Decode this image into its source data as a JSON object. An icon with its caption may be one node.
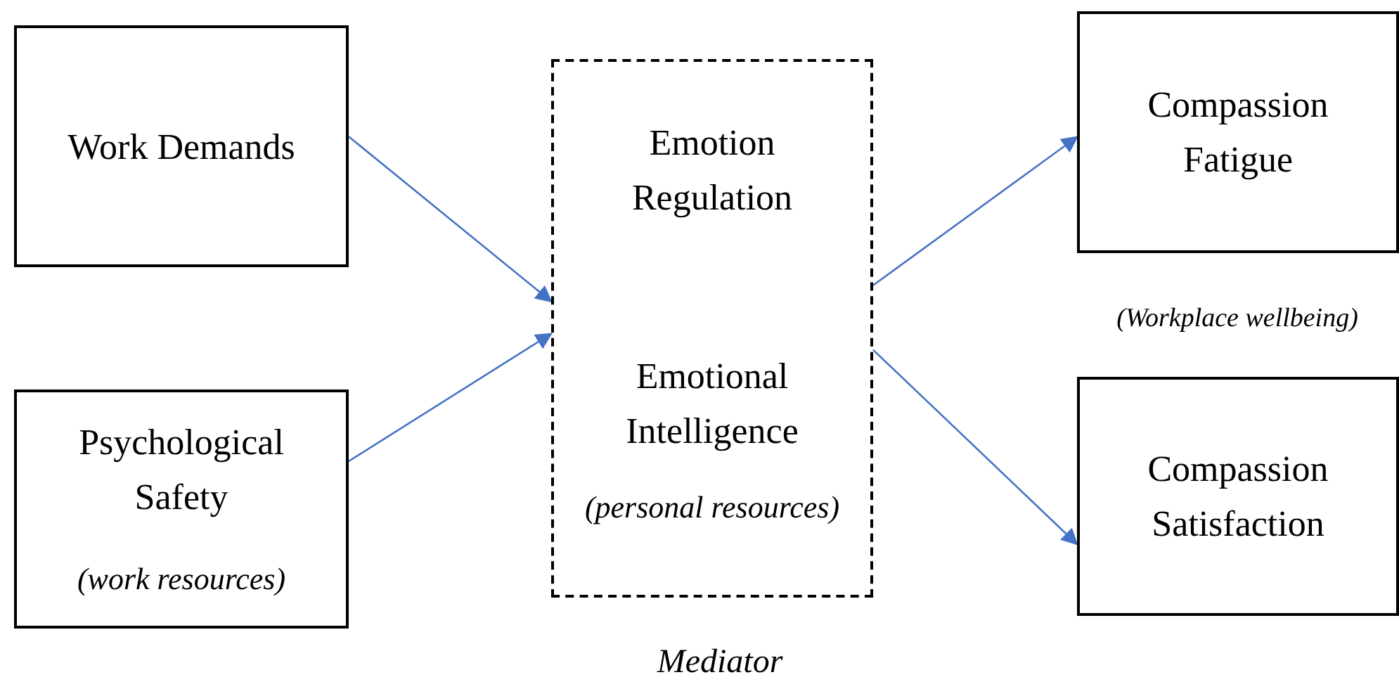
{
  "diagram": {
    "nodes": [
      {
        "text": [
          "Work Demands"
        ]
      },
      {
        "text": [
          "Psychological Safety",
          "(work resources)"
        ]
      },
      {
        "text": [
          "Emotion Regulation",
          "Emotional Intelligence",
          "(personal resources)"
        ],
        "beside": [
          "Mediator"
        ]
      },
      {
        "text": [
          "Compassion Fatigue"
        ]
      },
      {
        "text": [
          "Compassion Satisfaction"
        ]
      }
    ],
    "edges": [
      {
        "from": 0,
        "to": 2,
        "arrow": "to"
      },
      {
        "from": 1,
        "to": 2,
        "arrow": "to"
      },
      {
        "from": 2,
        "to": 3,
        "arrow": "to"
      },
      {
        "from": 2,
        "to": 4,
        "arrow": "to"
      }
    ],
    "labels": [
      "(Workplace wellbeing)"
    ]
  }
}
